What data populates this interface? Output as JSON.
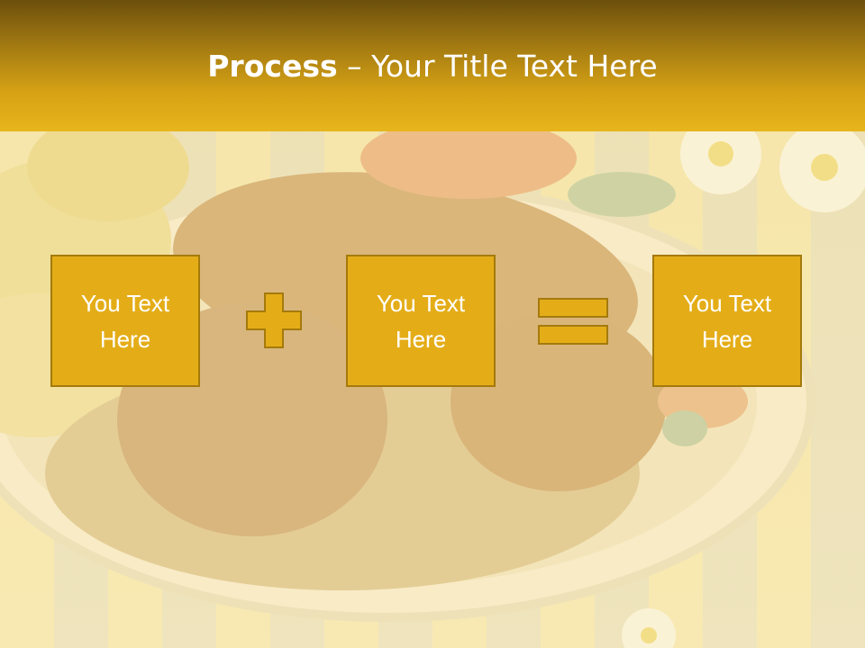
{
  "slide": {
    "title_bold": "Process",
    "title_rest": " – Your Title Text Here"
  },
  "process": {
    "boxes": [
      {
        "text": "You Text Here"
      },
      {
        "text": "You Text Here"
      },
      {
        "text": "You Text Here"
      }
    ],
    "operators": [
      "plus",
      "equals"
    ]
  },
  "colors": {
    "box_fill": "#e4ad18",
    "box_border": "#a47a0c",
    "title_band_top": "#6b4f0c",
    "title_band_bottom": "#e7b51c",
    "text": "#ffffff"
  }
}
